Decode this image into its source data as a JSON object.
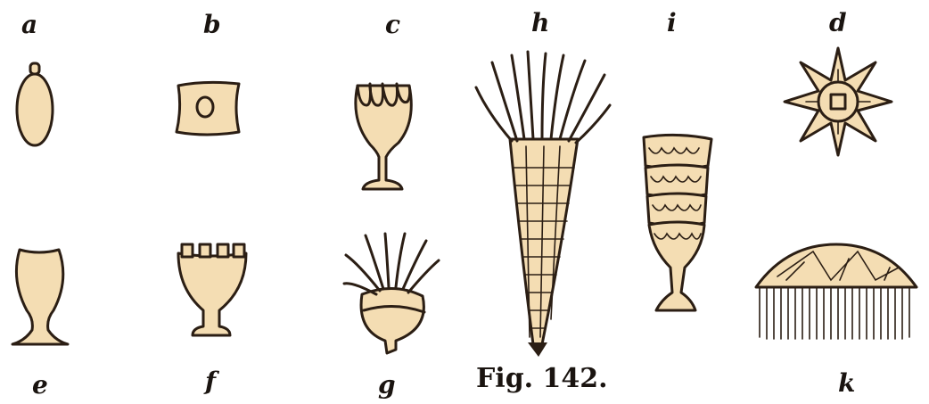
{
  "figure": {
    "caption": "Fig. 142.",
    "labels": {
      "a": "a",
      "b": "b",
      "c": "c",
      "h": "h",
      "i": "i",
      "d": "d",
      "e": "e",
      "f": "f",
      "g": "g",
      "k": "k"
    }
  },
  "colors": {
    "paper": "#ffffff",
    "cell": "#f4ddb3",
    "ink": "#2b1e14"
  }
}
